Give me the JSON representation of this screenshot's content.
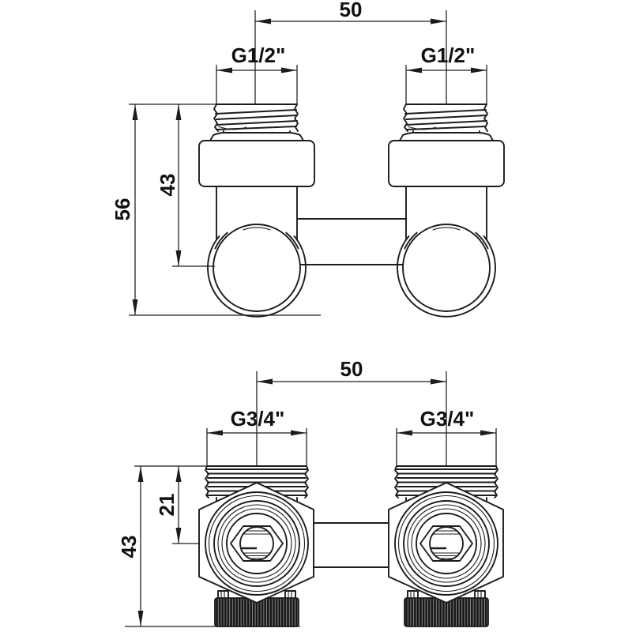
{
  "drawing": {
    "background": "#ffffff",
    "line_color": "#1c1c1c",
    "top_view": {
      "spacing": "50",
      "thread_left": "G1/2\"",
      "thread_right": "G1/2\"",
      "overall_height": "56",
      "height_to_axis": "43"
    },
    "bottom_view": {
      "spacing": "50",
      "thread_left": "G3/4\"",
      "thread_right": "G3/4\"",
      "height_to_axis": "21",
      "overall_height": "43"
    }
  }
}
